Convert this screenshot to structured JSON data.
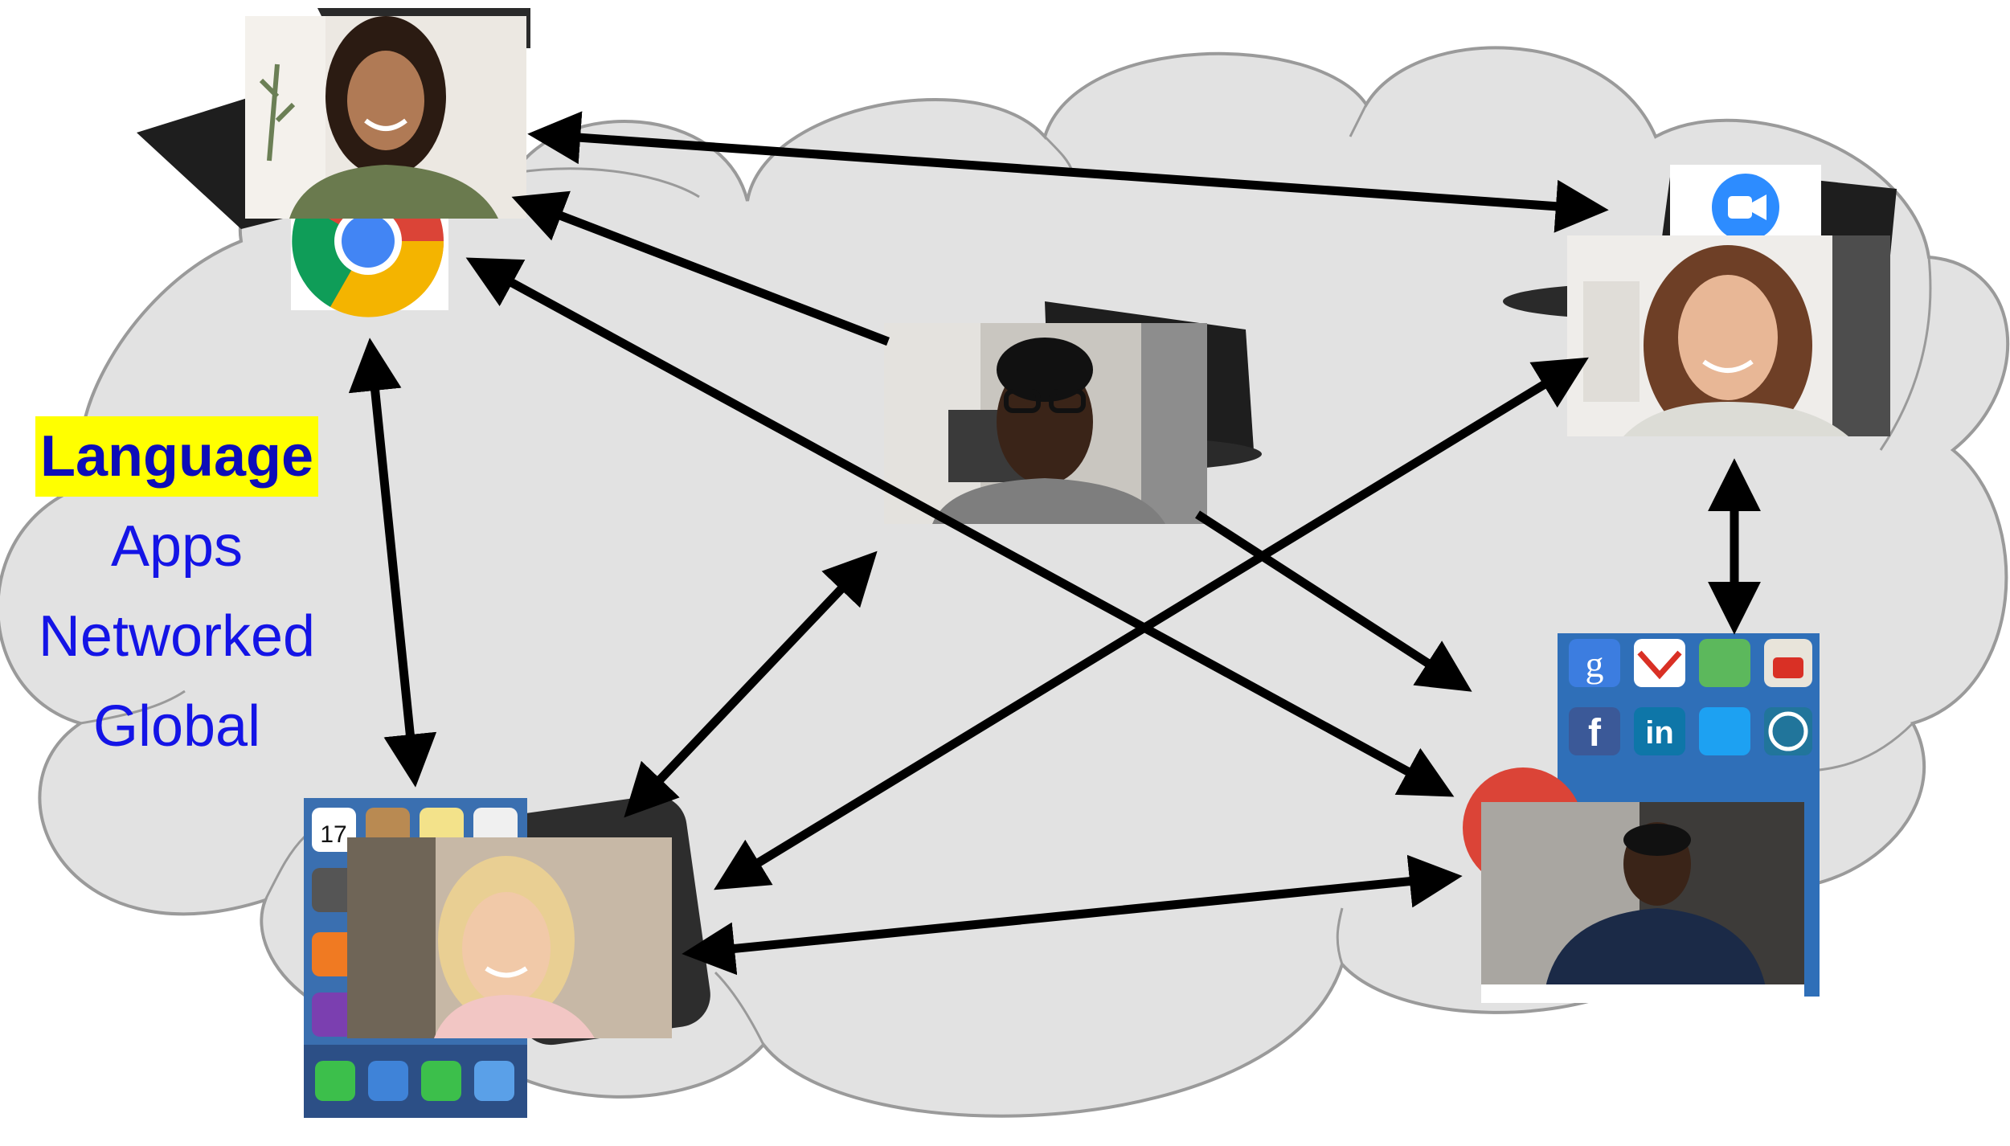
{
  "labels": {
    "language": "Language",
    "apps": "Apps",
    "networked": "Networked",
    "global": "Global"
  },
  "colors": {
    "cloud_fill": "#e2e2e2",
    "cloud_stroke": "#9a9a9a",
    "arrow": "#000000",
    "label_text": "#1414e6",
    "highlight": "#ffff00"
  },
  "nodes": [
    {
      "id": "top-left",
      "person": "woman-smiling",
      "device": "laptop",
      "app_icon": "chrome-icon"
    },
    {
      "id": "center",
      "person": "man-glasses",
      "device": "laptop"
    },
    {
      "id": "top-right",
      "person": "woman-smiling",
      "device": "laptop",
      "app_icon": "zoom-icon"
    },
    {
      "id": "bottom-left",
      "person": "woman-blonde",
      "device": "phone",
      "app_icon": "ios-apps-grid"
    },
    {
      "id": "bottom-right",
      "person": "man-seated",
      "device": "phone",
      "app_icon": "social-apps-grid",
      "app_names": [
        "Google",
        "Gmail",
        "Google Maps",
        "YouTube",
        "Facebook",
        "LinkedIn",
        "Twitter",
        "WordPress"
      ]
    }
  ]
}
